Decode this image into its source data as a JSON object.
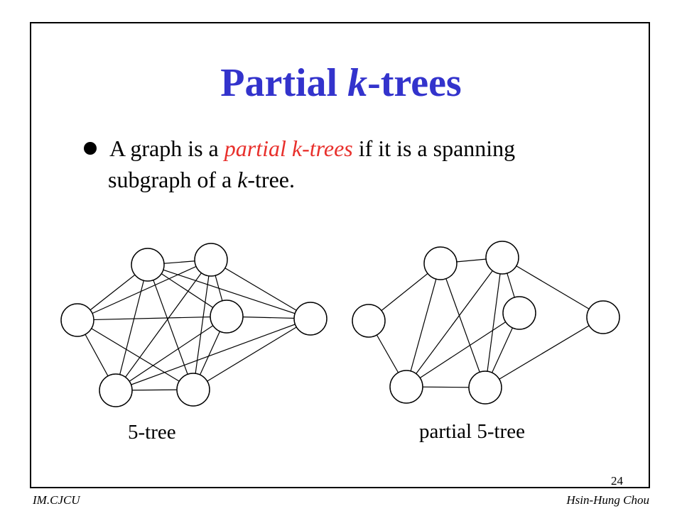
{
  "title": {
    "prefix": "Partial ",
    "italic": "k",
    "suffix": "-trees",
    "color": "#3333cc"
  },
  "bullet": {
    "line1_pre": "A graph is a ",
    "line1_em": "partial k-trees",
    "line1_post": " if it is a spanning",
    "line2_pre": "subgraph of a ",
    "line2_italic": "k",
    "line2_post": "-tree.",
    "em_color": "#e8302c"
  },
  "graphs": {
    "left_label": "5-tree",
    "right_label": "partial 5-tree"
  },
  "footer": {
    "left": "IM.CJCU",
    "right": "Hsin-Hung Chou",
    "page": "24"
  }
}
